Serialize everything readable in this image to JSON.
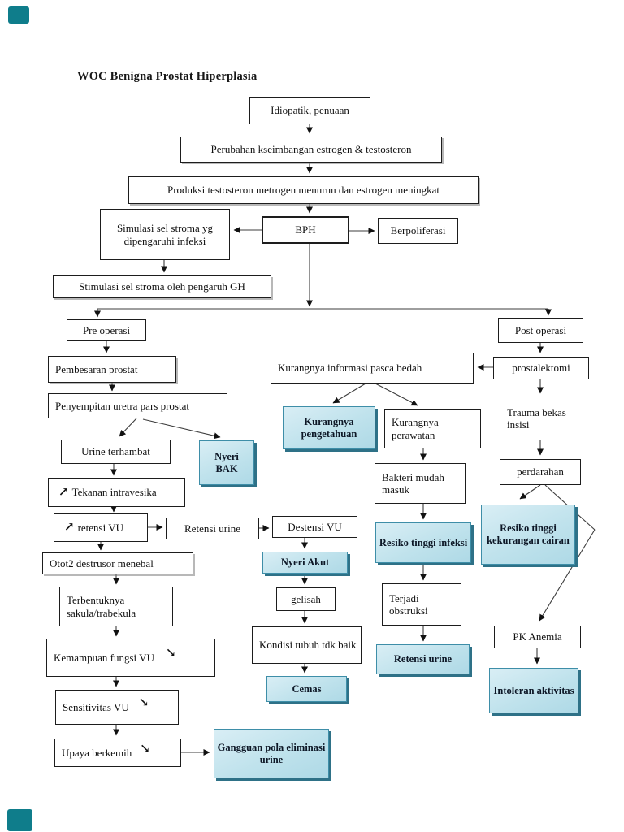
{
  "page": {
    "title": "WOC Benigna Prostat Hiperplasia"
  },
  "colors": {
    "teal_box_fill": "#bfe2ec",
    "teal_box_border": "#3e8ea8",
    "teal_box_shadow": "#2e7187",
    "white_box_border": "#1d1d1d",
    "corner_marker": "#0f7d8b",
    "line": "#3c3c3c"
  },
  "icons": {
    "trend_up": "↗",
    "trend_down": "↘"
  },
  "nodes": {
    "idiopatik": {
      "label": "Idiopatik, penuaan"
    },
    "perubahan": {
      "label": "Perubahan kseimbangan estrogen & testosteron"
    },
    "produksi": {
      "label": "Produksi testosteron metrogen menurun dan estrogen meningkat"
    },
    "simulasi": {
      "label": "Simulasi sel stroma yg dipengaruhi infeksi"
    },
    "bph": {
      "label": "BPH"
    },
    "berpoliferasi": {
      "label": "Berpoliferasi"
    },
    "stimulasi": {
      "label": "Stimulasi sel stroma oleh pengaruh GH"
    },
    "pre_operasi": {
      "label": "Pre operasi"
    },
    "post_operasi": {
      "label": "Post operasi"
    },
    "pembesaran": {
      "label": "Pembesaran prostat"
    },
    "kurangnya_info": {
      "label": "Kurangnya informasi pasca bedah"
    },
    "prostalektomi": {
      "label": "prostalektomi"
    },
    "penyempitan": {
      "label": "Penyempitan uretra pars prostat"
    },
    "trauma": {
      "label": "Trauma bekas insisi"
    },
    "kurangnya_pengetahuan": {
      "label": "Kurangnya pengetahuan"
    },
    "kurangnya_perawatan": {
      "label": "Kurangnya perawatan"
    },
    "urine_terhambat": {
      "label": "Urine terhambat"
    },
    "nyeri_bak": {
      "label": "Nyeri BAK"
    },
    "perdarahan": {
      "label": "perdarahan"
    },
    "bakteri": {
      "label": "Bakteri mudah masuk"
    },
    "tekanan": {
      "label": "Tekanan intravesika"
    },
    "resiko_cairan": {
      "label": "Resiko tinggi kekurangan cairan"
    },
    "retensi_vu": {
      "label": "retensi VU"
    },
    "retensi_urine_mid": {
      "label": "Retensi urine"
    },
    "destensi": {
      "label": "Destensi VU"
    },
    "resiko_infeksi": {
      "label": "Resiko tinggi infeksi"
    },
    "otot2": {
      "label": "Otot2 destrusor menebal"
    },
    "nyeri_akut": {
      "label": "Nyeri Akut"
    },
    "terbentuknya": {
      "label": "Terbentuknya sakula/trabekula"
    },
    "terjadi": {
      "label": "Terjadi obstruksi"
    },
    "gelisah": {
      "label": "gelisah"
    },
    "kondisi": {
      "label": "Kondisi tubuh tdk baik"
    },
    "pk_anemia": {
      "label": "PK Anemia"
    },
    "kemampuan": {
      "label": "Kemampuan fungsi VU"
    },
    "retensi_urine_teal": {
      "label": "Retensi urine"
    },
    "intoleran": {
      "label": "Intoleran aktivitas"
    },
    "cemas": {
      "label": "Cemas"
    },
    "sensitivitas": {
      "label": "Sensitivitas VU"
    },
    "gangguan": {
      "label": "Gangguan pola eliminasi urine"
    },
    "upaya": {
      "label": "Upaya berkemih"
    }
  }
}
